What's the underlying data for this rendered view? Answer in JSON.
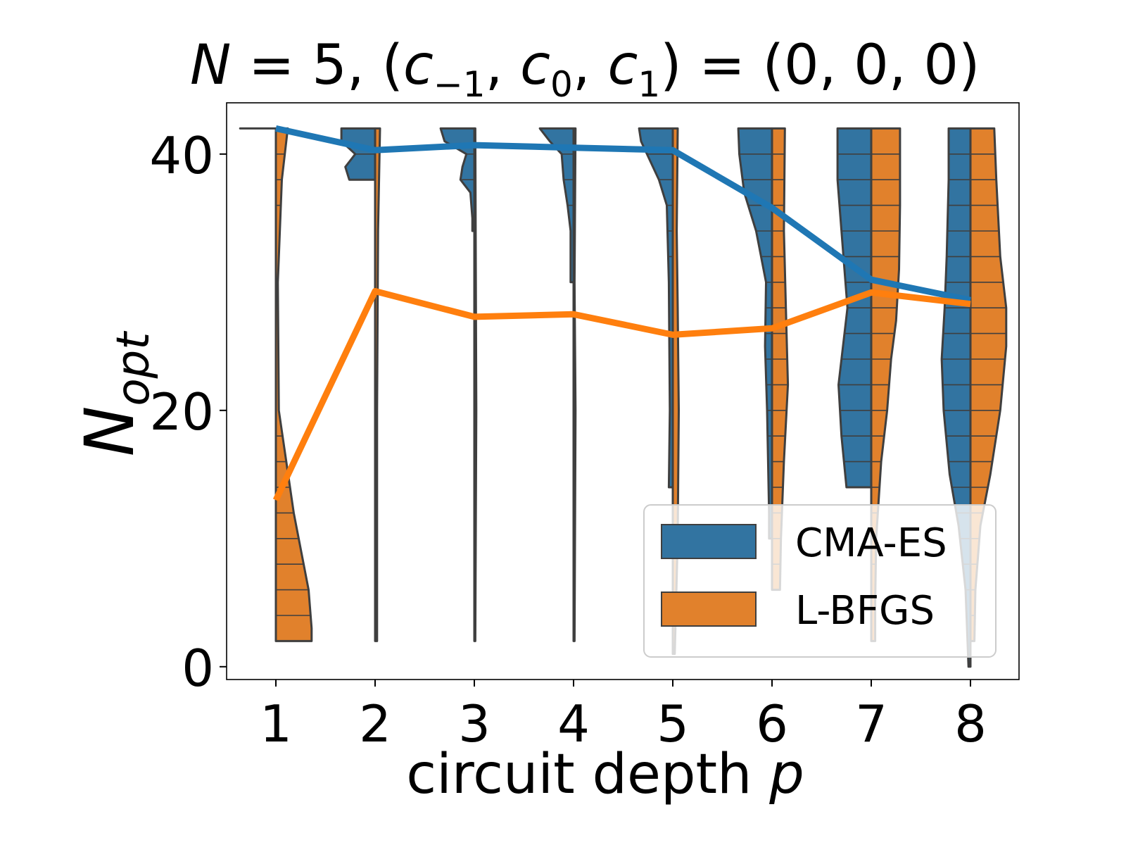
{
  "chart_data": {
    "type": "violin+line",
    "title_parts": {
      "N": "N",
      "eq1": " = 5, (",
      "c": "c",
      "sub_m1": "−1",
      "sep1": ", ",
      "sub_0": "0",
      "sep2": ", ",
      "sub_1": "1",
      "eq2": ") = (0, 0, 0)"
    },
    "ylabel": {
      "base": "N",
      "sub": "opt"
    },
    "xlabel": {
      "text": "circuit depth ",
      "var": "p"
    },
    "ylim": [
      -1,
      44
    ],
    "yticks": [
      0,
      20,
      40
    ],
    "categories": [
      1,
      2,
      3,
      4,
      5,
      6,
      7,
      8
    ],
    "colors": {
      "cma": "#3274a1",
      "lbfgs": "#e1812c",
      "cma_line": "#1f77b4",
      "lbfgs_line": "#ff7f0e",
      "edge": "#3f3f3f"
    },
    "series": [
      {
        "name": "CMA-ES",
        "mean_line": [
          42.0,
          40.3,
          40.7,
          40.5,
          40.3,
          35.8,
          30.2,
          28.6
        ]
      },
      {
        "name": "L-BFGS",
        "mean_line": [
          13.0,
          29.3,
          27.3,
          27.5,
          25.9,
          26.4,
          29.2,
          28.3
        ]
      }
    ],
    "violins": [
      {
        "cat": 1,
        "cma": {
          "min": 42,
          "max": 42,
          "shape": [
            [
              42,
              0.36
            ],
            [
              42,
              0.36
            ]
          ]
        },
        "lbfgs": {
          "min": 2,
          "max": 42,
          "shape": [
            [
              42,
              0.12
            ],
            [
              38,
              0.06
            ],
            [
              30,
              0.02
            ],
            [
              20,
              0.03
            ],
            [
              12,
              0.18
            ],
            [
              6,
              0.33
            ],
            [
              3,
              0.36
            ],
            [
              2,
              0.36
            ]
          ]
        }
      },
      {
        "cat": 2,
        "cma": {
          "min": 38,
          "max": 42,
          "shape": [
            [
              42,
              0.34
            ],
            [
              41,
              0.34
            ],
            [
              40,
              0.2
            ],
            [
              39,
              0.3
            ],
            [
              38,
              0.26
            ]
          ]
        },
        "lbfgs": {
          "min": 2,
          "max": 42,
          "shape": [
            [
              42,
              0.05
            ],
            [
              38,
              0.04
            ],
            [
              34,
              0.03
            ],
            [
              20,
              0.02
            ],
            [
              2,
              0.02
            ]
          ]
        }
      },
      {
        "cat": 3,
        "cma": {
          "min": 34,
          "max": 42,
          "shape": [
            [
              42,
              0.34
            ],
            [
              41,
              0.3
            ],
            [
              40,
              0.08
            ],
            [
              39,
              0.12
            ],
            [
              38,
              0.14
            ],
            [
              37,
              0.04
            ],
            [
              35,
              0.02
            ],
            [
              34,
              0.02
            ]
          ]
        },
        "lbfgs": {
          "min": 2,
          "max": 42,
          "shape": [
            [
              42,
              0.01
            ],
            [
              20,
              0.02
            ],
            [
              2,
              0.01
            ]
          ]
        }
      },
      {
        "cat": 4,
        "cma": {
          "min": 30,
          "max": 42,
          "shape": [
            [
              42,
              0.34
            ],
            [
              41,
              0.24
            ],
            [
              40,
              0.12
            ],
            [
              38,
              0.1
            ],
            [
              36,
              0.06
            ],
            [
              34,
              0.03
            ],
            [
              30,
              0.03
            ]
          ]
        },
        "lbfgs": {
          "min": 2,
          "max": 42,
          "shape": [
            [
              42,
              0.02
            ],
            [
              30,
              0.01
            ],
            [
              20,
              0.02
            ],
            [
              2,
              0.01
            ]
          ]
        }
      },
      {
        "cat": 5,
        "cma": {
          "min": 14,
          "max": 42,
          "shape": [
            [
              42,
              0.34
            ],
            [
              41,
              0.32
            ],
            [
              40,
              0.26
            ],
            [
              38,
              0.14
            ],
            [
              36,
              0.06
            ],
            [
              30,
              0.04
            ],
            [
              20,
              0.03
            ],
            [
              14,
              0.04
            ]
          ]
        },
        "lbfgs": {
          "min": 1,
          "max": 42,
          "shape": [
            [
              42,
              0.05
            ],
            [
              34,
              0.04
            ],
            [
              28,
              0.05
            ],
            [
              20,
              0.06
            ],
            [
              10,
              0.05
            ],
            [
              1,
              0.02
            ]
          ]
        }
      },
      {
        "cat": 6,
        "cma": {
          "min": 10,
          "max": 42,
          "shape": [
            [
              42,
              0.34
            ],
            [
              40,
              0.33
            ],
            [
              37,
              0.28
            ],
            [
              34,
              0.16
            ],
            [
              30,
              0.06
            ],
            [
              25,
              0.07
            ],
            [
              20,
              0.05
            ],
            [
              12,
              0.03
            ],
            [
              10,
              0.03
            ]
          ]
        },
        "lbfgs": {
          "min": 6,
          "max": 42,
          "shape": [
            [
              42,
              0.13
            ],
            [
              34,
              0.12
            ],
            [
              28,
              0.14
            ],
            [
              22,
              0.16
            ],
            [
              16,
              0.12
            ],
            [
              10,
              0.09
            ],
            [
              6,
              0.08
            ]
          ]
        }
      },
      {
        "cat": 7,
        "cma": {
          "min": 14,
          "max": 42,
          "shape": [
            [
              42,
              0.34
            ],
            [
              38,
              0.34
            ],
            [
              32,
              0.28
            ],
            [
              28,
              0.24
            ],
            [
              22,
              0.33
            ],
            [
              18,
              0.3
            ],
            [
              14,
              0.25
            ]
          ]
        },
        "lbfgs": {
          "min": 2,
          "max": 42,
          "shape": [
            [
              42,
              0.29
            ],
            [
              36,
              0.29
            ],
            [
              31,
              0.28
            ],
            [
              27,
              0.25
            ],
            [
              24,
              0.2
            ],
            [
              20,
              0.16
            ],
            [
              16,
              0.1
            ],
            [
              10,
              0.05
            ],
            [
              5,
              0.04
            ],
            [
              2,
              0.04
            ]
          ]
        }
      },
      {
        "cat": 8,
        "cma": {
          "min": 0,
          "max": 42,
          "shape": [
            [
              42,
              0.22
            ],
            [
              38,
              0.22
            ],
            [
              32,
              0.24
            ],
            [
              28,
              0.26
            ],
            [
              24,
              0.29
            ],
            [
              20,
              0.27
            ],
            [
              15,
              0.21
            ],
            [
              11,
              0.12
            ],
            [
              6,
              0.05
            ],
            [
              2,
              0.03
            ],
            [
              0,
              0.02
            ]
          ]
        },
        "lbfgs": {
          "min": 2,
          "max": 42,
          "shape": [
            [
              42,
              0.24
            ],
            [
              38,
              0.26
            ],
            [
              32,
              0.3
            ],
            [
              28,
              0.36
            ],
            [
              25,
              0.36
            ],
            [
              20,
              0.3
            ],
            [
              15,
              0.2
            ],
            [
              11,
              0.1
            ],
            [
              6,
              0.05
            ],
            [
              2,
              0.04
            ]
          ]
        }
      }
    ],
    "legend": {
      "position": "lower-right",
      "entries": [
        "CMA-ES",
        "L-BFGS"
      ]
    }
  }
}
